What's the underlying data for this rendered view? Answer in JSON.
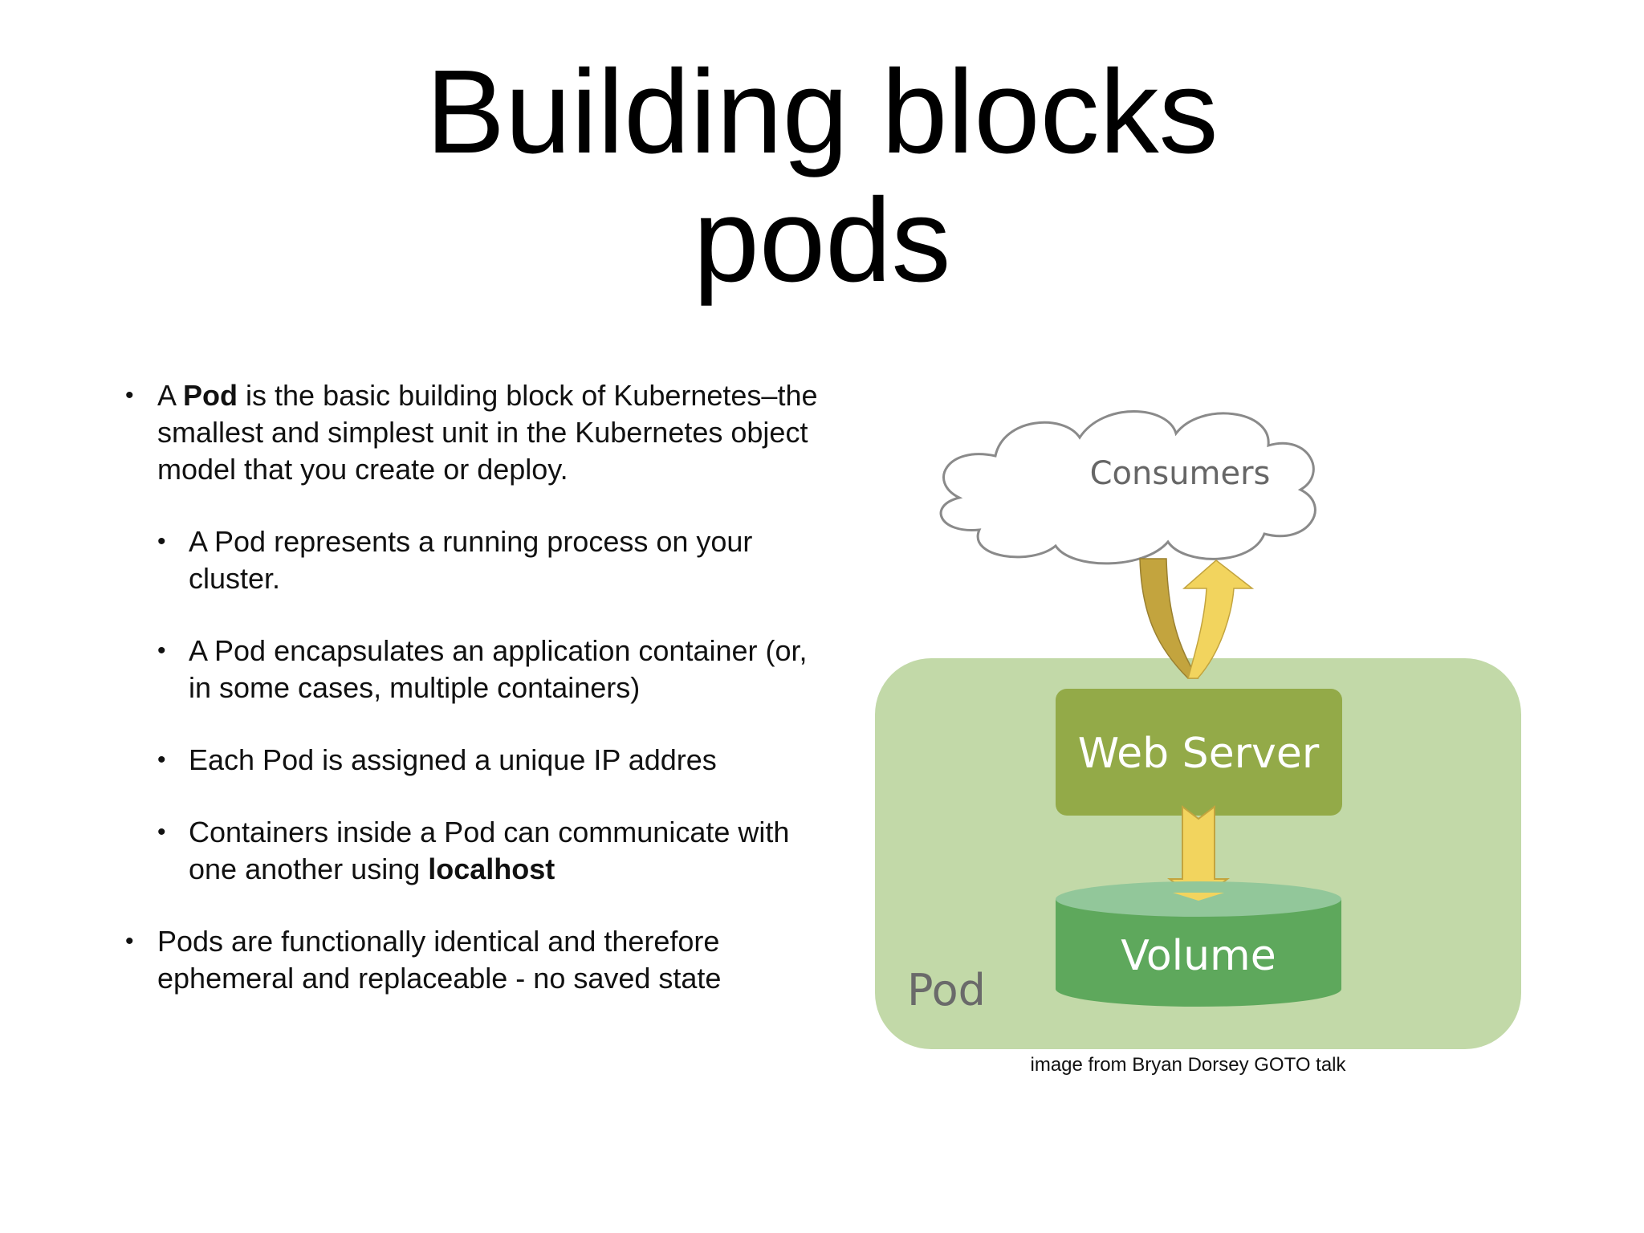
{
  "title": {
    "line1": "Building blocks",
    "line2": "pods"
  },
  "bullets": {
    "b1": {
      "pre": "A ",
      "bold": "Pod",
      "post": " is the basic building block of Kubernetes–the smallest and simplest unit in the Kubernetes object model that you create or deploy."
    },
    "s1": "A Pod represents a running process on your cluster.",
    "s2": "A Pod encapsulates an application container (or, in some cases, multiple containers)",
    "s3": "Each Pod is assigned a unique IP addres",
    "s4": {
      "pre": "Containers inside a Pod can communicate with one another using ",
      "bold": "localhost"
    },
    "b2": "Pods are functionally identical and therefore ephemeral and replaceable - no saved state"
  },
  "diagram": {
    "consumers": "Consumers",
    "web_server": "Web Server",
    "volume": "Volume",
    "pod": "Pod",
    "colors": {
      "pod_bg": "#c2d9a8",
      "web_server": "#93aa48",
      "volume_body": "#5ea85c",
      "volume_top": "#92c79a",
      "arrow_light": "#f2d45e",
      "arrow_dark": "#c3a43e",
      "cloud_stroke": "#8a8a8a",
      "label_gray": "#666666"
    }
  },
  "caption": "image from Bryan Dorsey GOTO talk"
}
